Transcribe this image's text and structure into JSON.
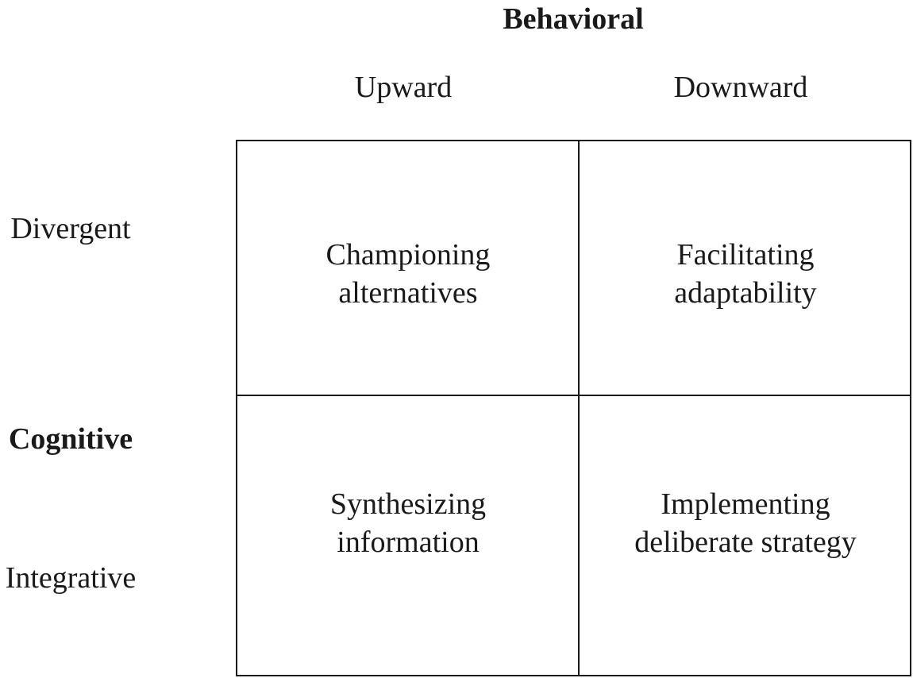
{
  "diagram": {
    "title": "Behavioral",
    "columns": [
      "Upward",
      "Downward"
    ],
    "rows": {
      "top": "Divergent",
      "axis": "Cognitive",
      "bottom": "Integrative"
    },
    "cells": [
      [
        "Championing\nalternatives",
        "Facilitating\nadaptability"
      ],
      [
        "Synthesizing\ninformation",
        "Implementing\ndeliberate strategy"
      ]
    ]
  }
}
